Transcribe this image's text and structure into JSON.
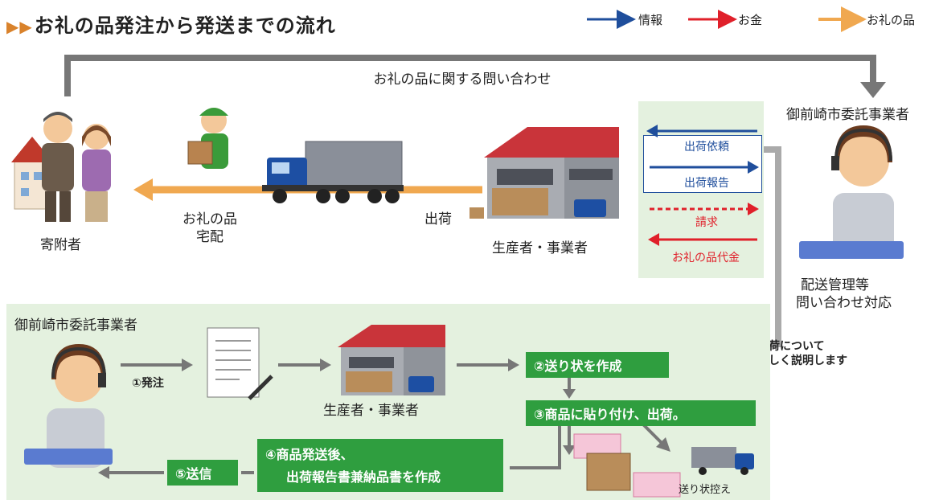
{
  "title": "お礼の品発注から発送までの流れ",
  "legend": [
    {
      "label": "情報",
      "color": "#1f4e9c"
    },
    {
      "label": "お金",
      "color": "#e0202a"
    },
    {
      "label": "お礼の品",
      "color": "#f0a850"
    }
  ],
  "top": {
    "inquiry_label": "お礼の品に関する問い合わせ",
    "contractor_label": "御前崎市委託事業者",
    "donor_label": "寄附者",
    "delivery_label_1": "お礼の品",
    "delivery_label_2": "宅配",
    "shipment_label": "出荷",
    "producer_label": "生産者・事業者",
    "flows": {
      "request": "出荷依頼",
      "report": "出荷報告",
      "billing": "請求",
      "payment": "お礼の品代金"
    },
    "operator_note_1": "配送管理等",
    "operator_note_2": "問い合わせ対応",
    "explain_1": "出荷について",
    "explain_2": "詳しく説明します"
  },
  "bottom": {
    "contractor_label": "御前崎市委託事業者",
    "step1": "①発注",
    "producer_label": "生産者・事業者",
    "step2": "②送り状を作成",
    "step3": "③商品に貼り付け、出荷。",
    "step4_line1": "④商品発送後、",
    "step4_line2": "出荷報告書兼納品書を作成",
    "step5": "⑤送信",
    "slip_copy": "送り状控え"
  }
}
